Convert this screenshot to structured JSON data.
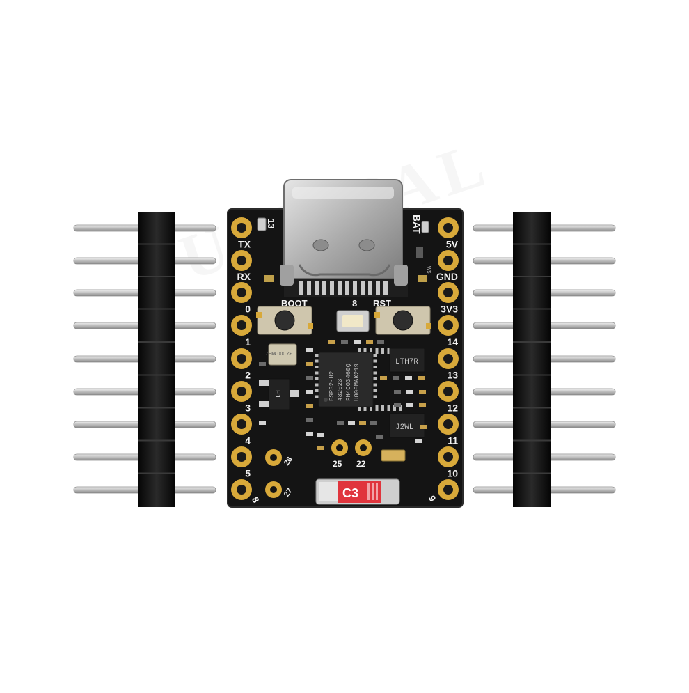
{
  "colors": {
    "pcb": "#141414",
    "gold": "#d8a93a",
    "pin": "#c4c4c4",
    "header": "#121212",
    "chip": "#2a2a2a",
    "badge": "#e0353d",
    "silk": "#f2f2f2",
    "usb": "#b9b9b9"
  },
  "watermark": {
    "text": "UJICPAL"
  },
  "board": {
    "top_right_label": "BAT",
    "top_left_label": "13",
    "left_labels": [
      "TX",
      "RX",
      "0",
      "1",
      "2",
      "3",
      "4",
      "5"
    ],
    "right_labels": [
      "5V",
      "GND",
      "3V3",
      "14",
      "13",
      "12",
      "11",
      "10"
    ],
    "bottom_left_label": "8",
    "bottom_right_label": "9",
    "buttons": {
      "boot": "BOOT",
      "rst": "RST",
      "center": "8"
    },
    "inner_pads": [
      "26",
      "27",
      "25",
      "22"
    ],
    "crystal": "32.000 MHZ",
    "chip_lines": [
      "ESP32-H2",
      "432023",
      "FH4C03460Q",
      "U800MAK219"
    ],
    "ic_right_1": "LTH7R",
    "ic_right_2": "J2WL",
    "ic_left": "P1",
    "badge": "C3",
    "tiny_marking": "W5"
  }
}
